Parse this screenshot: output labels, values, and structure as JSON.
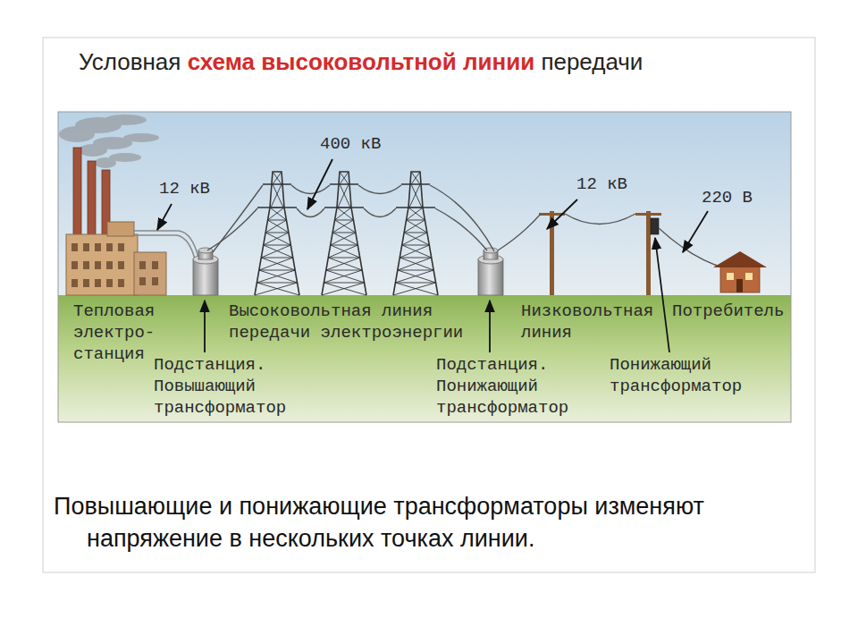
{
  "diagram": {
    "title": "Условная схема высоковольтной линии передачи",
    "caption": "Повышающие и понижающие трансформаторы изменяют напряжение в нескольких точках линии.",
    "labels": [
      "12 кВ",
      "400 кВ",
      "12 кВ",
      "220 В",
      "Тепловая электро- станция",
      "Высоковольтная линия передачи электроэнергии",
      "Подстанция. Повышающий трансформатор",
      "Подстанция. Понижающий трансформатор",
      "Низковольтная линия",
      "Потребитель",
      "Понижающий трансформатор"
    ]
  }
}
